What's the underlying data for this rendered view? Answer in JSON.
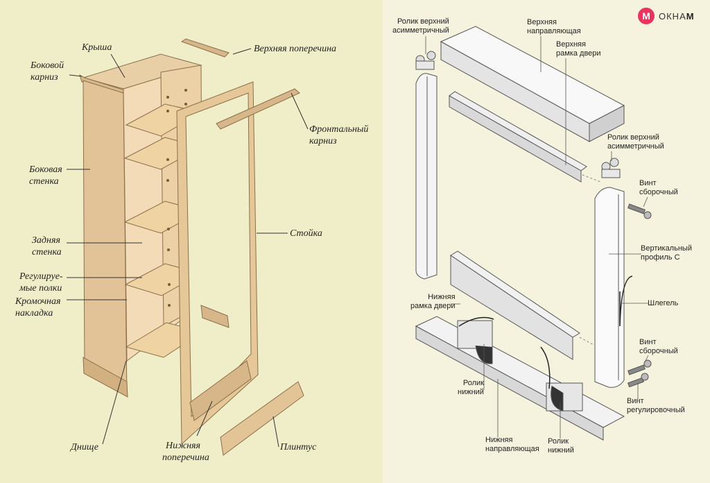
{
  "left": {
    "labels": {
      "roof": "Крыша",
      "side_cornice": "Боковой\nкарниз",
      "top_crossbar": "Верхняя поперечина",
      "front_cornice": "Фронтальный\nкарниз",
      "side_wall": "Боковая\nстенка",
      "back_wall": "Задняя\nстенка",
      "shelves": "Регулируе-\nмые полки",
      "edge_trim": "Кромочная\nнакладка",
      "post": "Стойка",
      "bottom": "Днище",
      "bottom_crossbar": "Нижняя\nпоперечина",
      "plinth": "Плинтус"
    }
  },
  "right": {
    "logo": {
      "badge": "M",
      "text_light": "ОКНА",
      "text_bold": "М"
    },
    "labels": {
      "roller_top_left": "Ролик верхний\nасимметричный",
      "top_guide": "Верхняя\nнаправляющая",
      "top_door_frame": "Верхняя\nрамка двери",
      "roller_top_right": "Ролик верхний\nасимметричный",
      "screw_assembly_1": "Винт\nсборочный",
      "vertical_profile": "Вертикальный\nпрофиль С",
      "schlegel": "Шлегель",
      "bottom_door_frame": "Нижняя\nрамка двери",
      "screw_assembly_2": "Винт\nсборочный",
      "roller_bottom_left": "Ролик\nнижний",
      "screw_adjust": "Винт\nрегулировочный",
      "bottom_guide": "Нижняя\nнаправляющая",
      "roller_bottom_right": "Ролик\nнижний"
    }
  }
}
